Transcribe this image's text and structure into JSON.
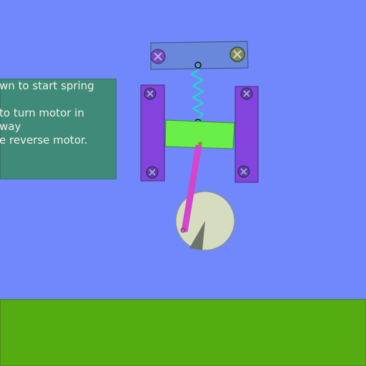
{
  "colors": {
    "sky": "#7088fc",
    "ground": "#55ac10",
    "top_bar": "#6a88db",
    "slider_block": "#6aef48",
    "side_posts": "#8443dc",
    "connecting_rod": "#d545cc",
    "motor_wheel": "#d6dcc0",
    "wheel_wedge": "#6e7468",
    "spring": "#2ad1c9",
    "info_panel": "#3f8a78",
    "info_text": "#f1f3ea"
  },
  "info_panel": {
    "lines": [
      "wn to start spring",
      "",
      "to turn motor in",
      "way",
      "e reverse motor."
    ]
  },
  "icons": {
    "bolt": "cross-bolt-icon",
    "joint": "joint-icon"
  }
}
